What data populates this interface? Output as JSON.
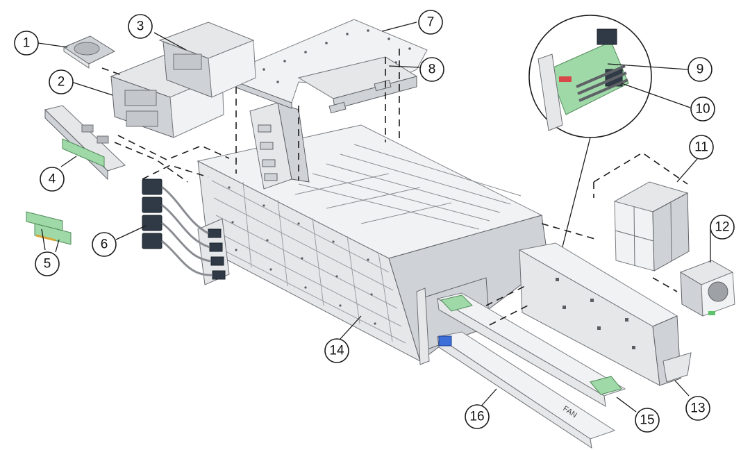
{
  "diagram": {
    "callouts": [
      {
        "id": "1",
        "label": "1"
      },
      {
        "id": "2",
        "label": "2"
      },
      {
        "id": "3",
        "label": "3"
      },
      {
        "id": "4",
        "label": "4"
      },
      {
        "id": "5",
        "label": "5"
      },
      {
        "id": "6",
        "label": "6"
      },
      {
        "id": "7",
        "label": "7"
      },
      {
        "id": "8",
        "label": "8"
      },
      {
        "id": "9",
        "label": "9"
      },
      {
        "id": "10",
        "label": "10"
      },
      {
        "id": "11",
        "label": "11"
      },
      {
        "id": "12",
        "label": "12"
      },
      {
        "id": "13",
        "label": "13"
      },
      {
        "id": "14",
        "label": "14"
      },
      {
        "id": "15",
        "label": "15"
      },
      {
        "id": "16",
        "label": "16"
      }
    ],
    "fan_label": "FAN"
  }
}
